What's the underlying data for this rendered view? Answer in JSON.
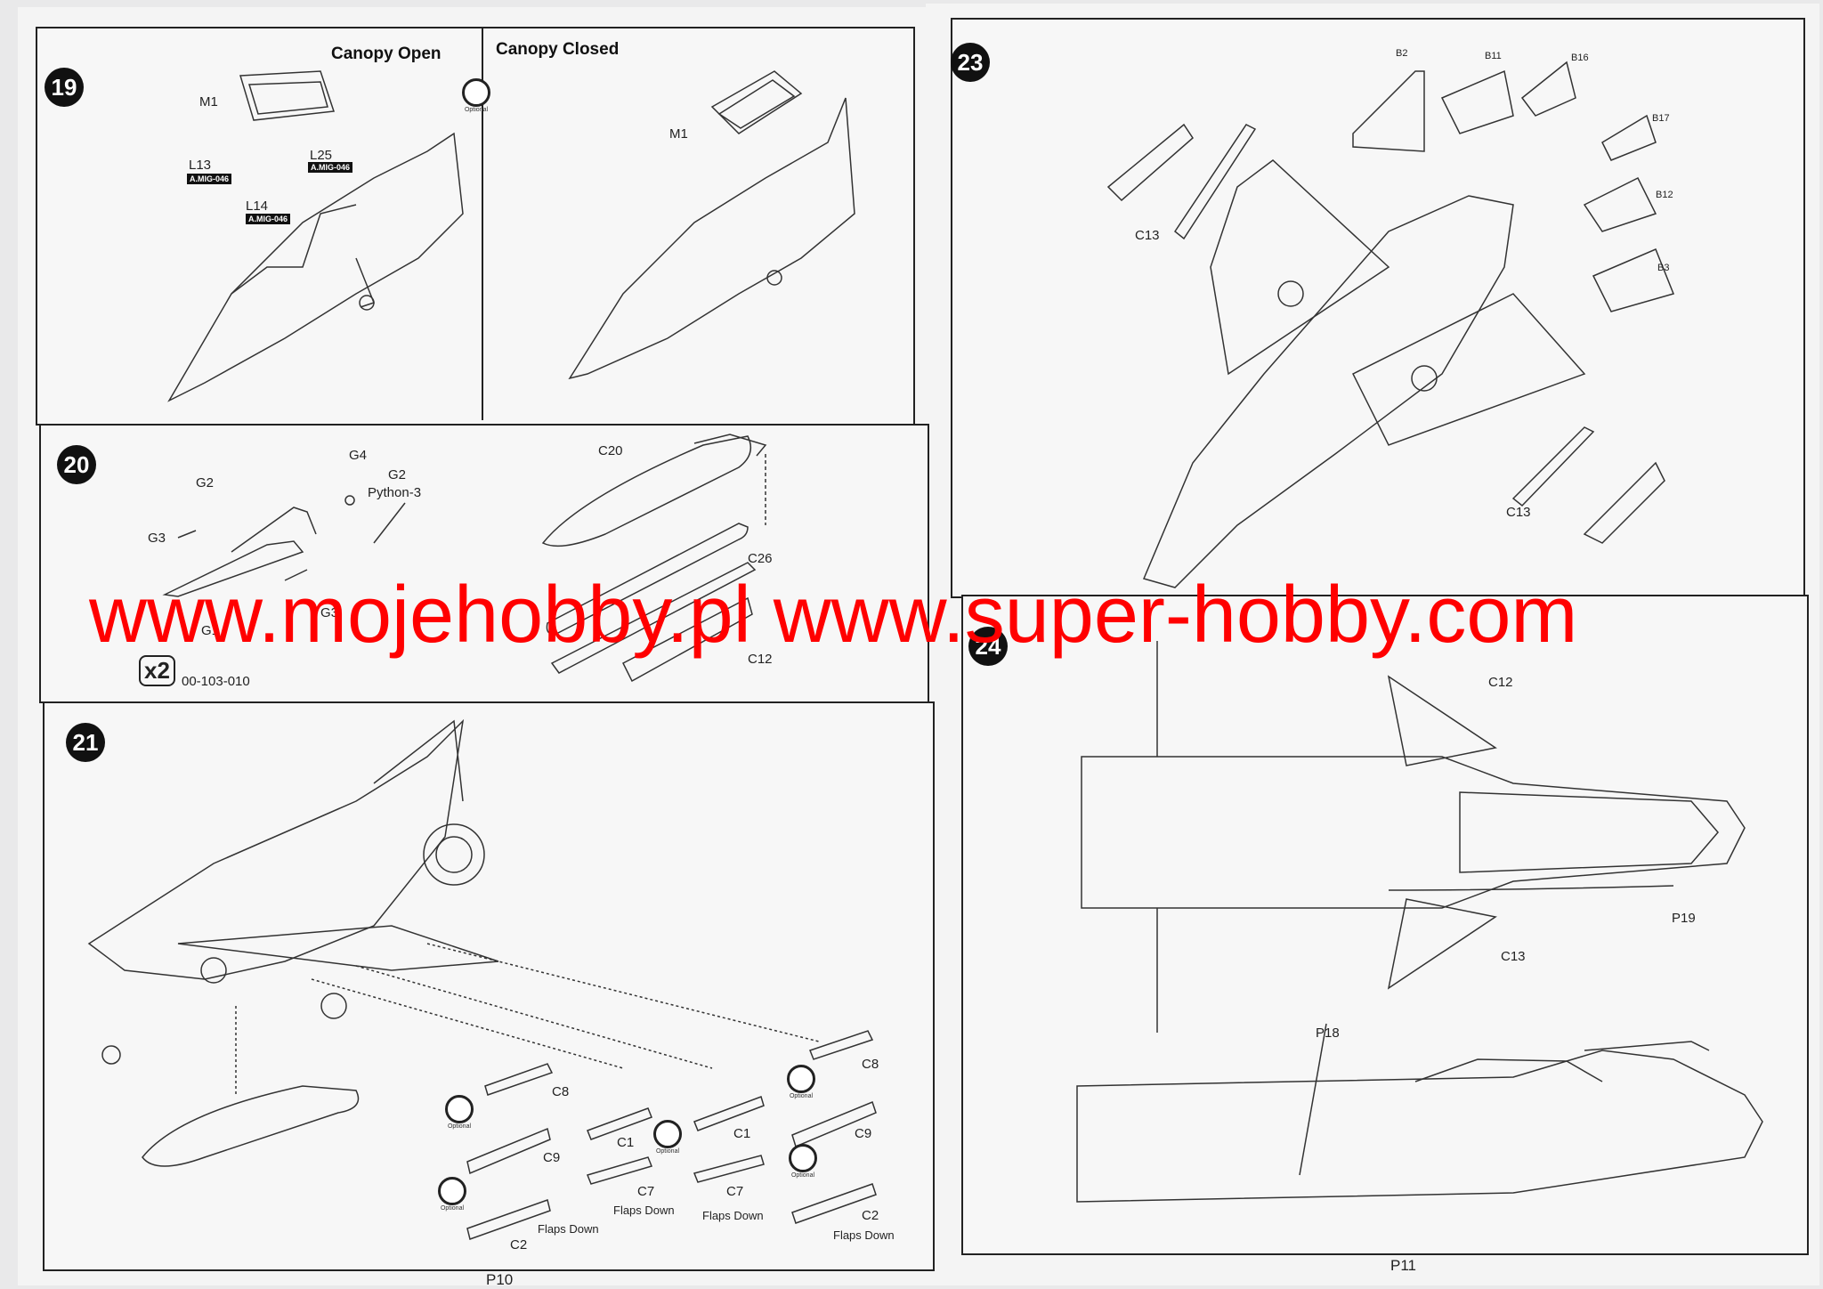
{
  "steps": {
    "s19": {
      "num": "19",
      "hdr_open": "Canopy Open",
      "hdr_closed": "Canopy Closed",
      "m1": "M1",
      "m1b": "M1",
      "l13": "L13",
      "l14": "L14",
      "l25": "L25",
      "badge": "A.MIG-046",
      "optional": "Optional"
    },
    "s20": {
      "num": "20",
      "g4": "G4",
      "g2a": "G2",
      "g2b": "G2",
      "python": "Python-3",
      "g3a": "G3",
      "g3b": "G3",
      "g1": "G1",
      "c20": "C20",
      "c26": "C26",
      "c12": "C12",
      "qty": "x2",
      "code": "00-103-010"
    },
    "s21": {
      "num": "21",
      "c8a": "C8",
      "c8b": "C8",
      "c1a": "C1",
      "c1b": "C1",
      "c9a": "C9",
      "c9b": "C9",
      "c7a": "C7",
      "c7b": "C7",
      "c2a": "C2",
      "c2b": "C2",
      "flaps": "Flaps Down",
      "optional": "Optional"
    },
    "s23": {
      "num": "23",
      "b2": "B2",
      "b11": "B11",
      "b16": "B16",
      "b17": "B17",
      "b12": "B12",
      "b3": "B3",
      "c13a": "C13",
      "c13b": "C13"
    },
    "s24": {
      "num": "24",
      "c12": "C12",
      "c13": "C13",
      "p18": "P18",
      "p19": "P19"
    }
  },
  "pages": {
    "left": "P10",
    "right": "P11"
  },
  "watermark": "www.mojehobby.pl www.super-hobby.com"
}
